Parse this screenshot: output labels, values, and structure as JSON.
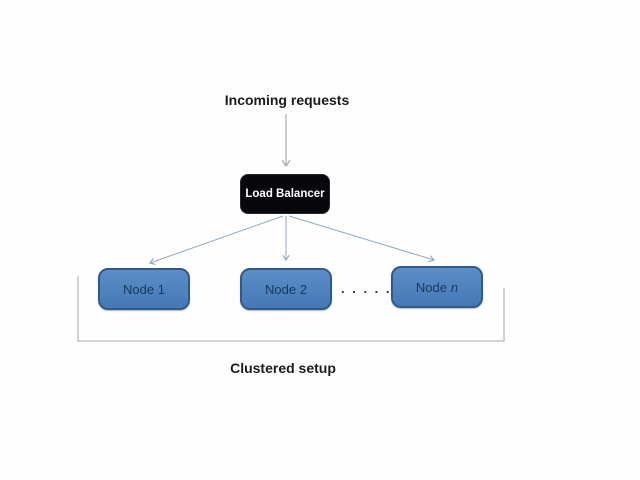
{
  "diagram": {
    "incoming_label": "Incoming requests",
    "load_balancer": {
      "label": "Load Balancer"
    },
    "nodes": [
      {
        "label": "Node 1"
      },
      {
        "label": "Node 2"
      },
      {
        "prefix": "Node",
        "suffix": "n"
      }
    ],
    "ellipsis": ". . . . .",
    "cluster_label": "Clustered setup",
    "colors": {
      "node_fill": "#4a7ebc",
      "node_border": "#30598c",
      "node_text": "#16395f",
      "load_balancer_fill": "#07070c",
      "load_balancer_text": "#ffffff",
      "incoming_arrow": "#a8acb1",
      "fan_arrows": "#91a7be",
      "bracket": "#c6c6c6",
      "caption_text": "#1b1b1b",
      "background": "#fefefe"
    }
  }
}
